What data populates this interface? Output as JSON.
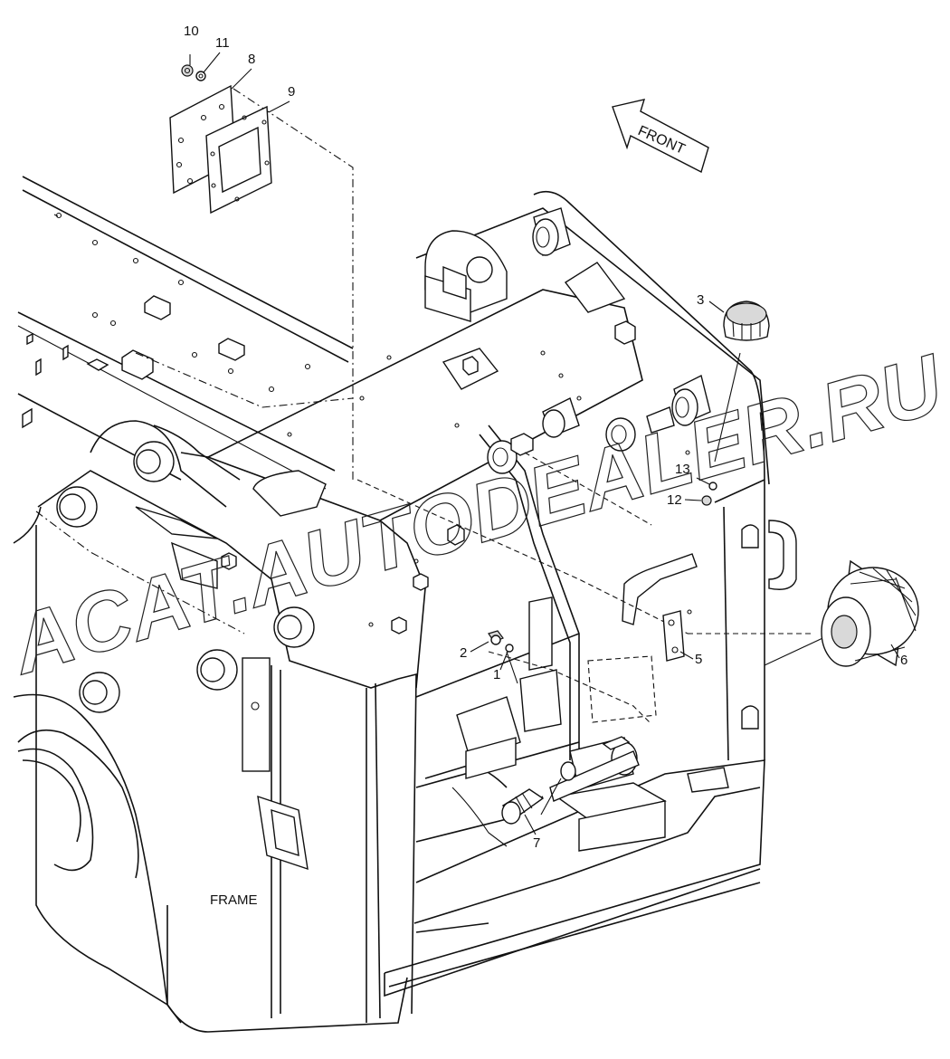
{
  "diagram": {
    "frame_label": "FRAME",
    "front_label": "FRONT",
    "watermark": "ACAT.AUTODEALER.RU",
    "callouts": {
      "c1": "1",
      "c2": "2",
      "c3": "3",
      "c5": "5",
      "c6": "6",
      "c7": "7",
      "c8": "8",
      "c9": "9",
      "c10": "10",
      "c11": "11",
      "c12": "12",
      "c13": "13"
    }
  }
}
